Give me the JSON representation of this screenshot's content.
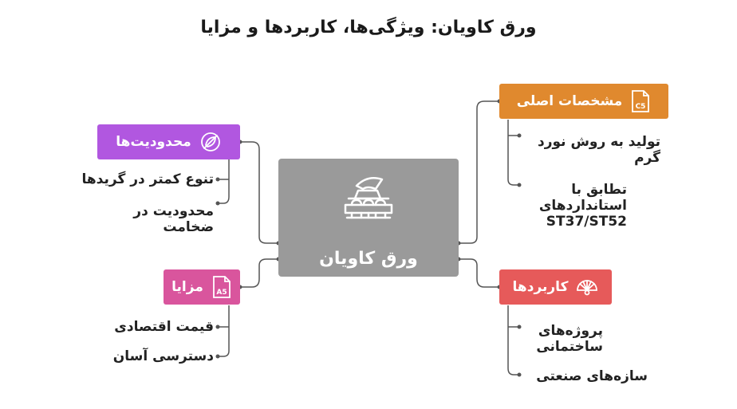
{
  "title": "ورق کاویان: ویژگی‌ها، کاربردها و مزایا",
  "center": {
    "label": "ورق کاویان"
  },
  "colors": {
    "center": "#9a9a9a",
    "specs": "#e0892e",
    "uses": "#e65a5a",
    "limits": "#b157e0",
    "advantages": "#d9559d",
    "lines": "#555555"
  },
  "branches": {
    "specs": {
      "label": "مشخصات اصلی",
      "icon": "c5-document-icon",
      "items": [
        "تولید به روش نورد گرم",
        "تطابق با استانداردهای ST37/ST52"
      ]
    },
    "uses": {
      "label": "کاربردها",
      "icon": "fan-icon",
      "items": [
        "پروژه‌های ساختمانی",
        "سازه‌های صنعتی"
      ]
    },
    "limits": {
      "label": "محدودیت‌ها",
      "icon": "no-leaf-icon",
      "items": [
        "تنوع کمتر در گریدها",
        "محدودیت در ضخامت"
      ]
    },
    "advantages": {
      "label": "مزایا",
      "icon": "a5-document-icon",
      "items": [
        "قیمت اقتصادی",
        "دسترسی آسان"
      ]
    }
  },
  "icon_text": {
    "c5": "C5",
    "a5": "A5"
  }
}
